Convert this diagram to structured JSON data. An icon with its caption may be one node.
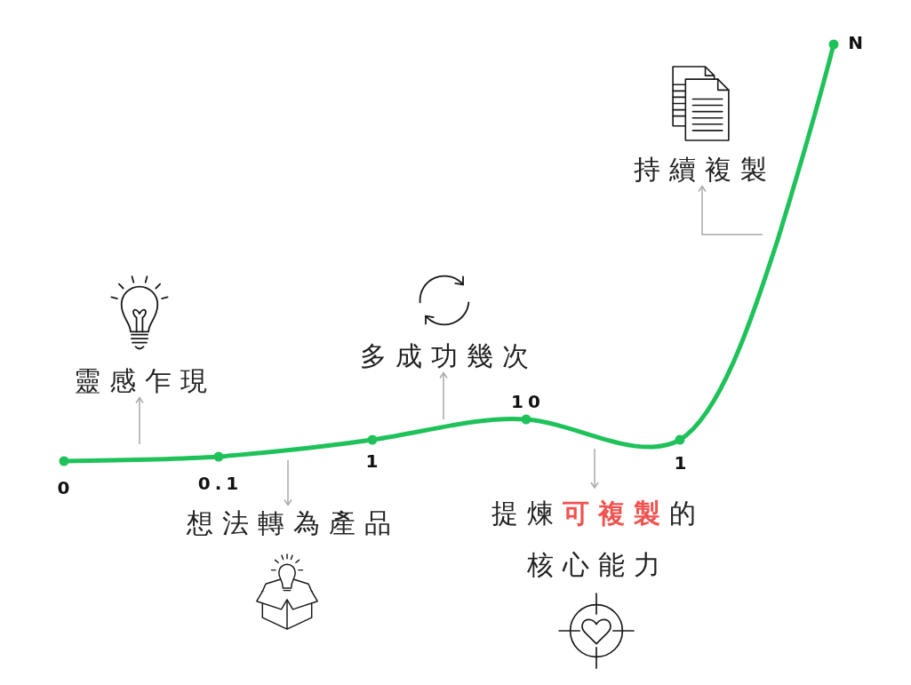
{
  "diagram": {
    "nodes": [
      {
        "text": [
          "靈感乍現"
        ]
      },
      {
        "text": [
          "想法轉為產品"
        ]
      },
      {
        "text": [
          "多成功幾次"
        ]
      },
      {
        "text": [
          "提煉**可複製**的核心能力"
        ]
      },
      {
        "text": [
          "持續複製"
        ]
      }
    ],
    "edges": [
      {
        "from": null,
        "to": 0,
        "arrow": "to"
      },
      {
        "from": null,
        "to": 1,
        "arrow": "to"
      },
      {
        "from": null,
        "to": 2,
        "arrow": "to"
      },
      {
        "from": null,
        "to": 3,
        "arrow": "to"
      },
      {
        "from": null,
        "to": 4,
        "arrow": "to"
      }
    ],
    "labels": [
      "0",
      "0.1",
      "1",
      "10",
      "1",
      "N"
    ]
  }
}
